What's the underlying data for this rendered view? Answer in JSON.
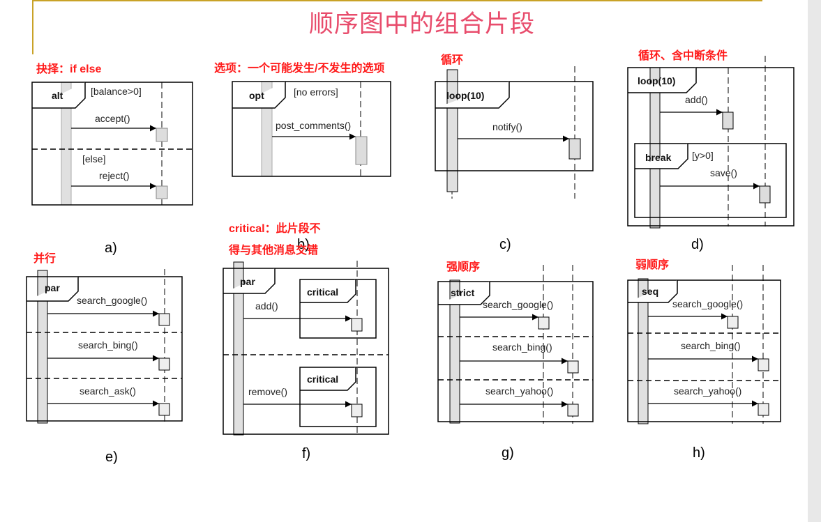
{
  "title": "顺序图中的组合片段",
  "colors": {
    "accent": "#ff1a1a",
    "title": "#e84c6c",
    "frame_line": "#c9a227"
  },
  "panels": {
    "a": {
      "note": "抉择：if else",
      "operator": "alt",
      "guard1": "[balance>0]",
      "msg1": "accept()",
      "guard2": "[else]",
      "msg2": "reject()",
      "caption": "a)"
    },
    "b": {
      "note": "选项：一个可能发生/不发生的选项",
      "operator": "opt",
      "guard": "[no errors]",
      "msg": "post_comments()",
      "caption": "b)"
    },
    "c": {
      "note": "循环",
      "operator": "loop(10)",
      "msg": "notify()",
      "caption": "c)"
    },
    "d": {
      "note": "循环、含中断条件",
      "operator": "loop(10)",
      "msg1": "add()",
      "inner_operator": "break",
      "guard": "[y>0]",
      "msg2": "save()",
      "caption": "d)"
    },
    "e": {
      "note": "并行",
      "operator": "par",
      "msg1": "search_google()",
      "msg2": "search_bing()",
      "msg3": "search_ask()",
      "caption": "e)"
    },
    "f": {
      "note_line1": "critical：此片段不",
      "note_line2": "得与其他消息交错",
      "operator": "par",
      "inner_operator1": "critical",
      "msg1": "add()",
      "inner_operator2": "critical",
      "msg2": "remove()",
      "caption": "f)"
    },
    "g": {
      "note": "强顺序",
      "operator": "strict",
      "msg1": "search_google()",
      "msg2": "search_bing()",
      "msg3": "search_yahoo()",
      "caption": "g)"
    },
    "h": {
      "note": "弱顺序",
      "operator": "seq",
      "msg1": "search_google()",
      "msg2": "search_bing()",
      "msg3": "search_yahoo()",
      "caption": "h)"
    }
  }
}
